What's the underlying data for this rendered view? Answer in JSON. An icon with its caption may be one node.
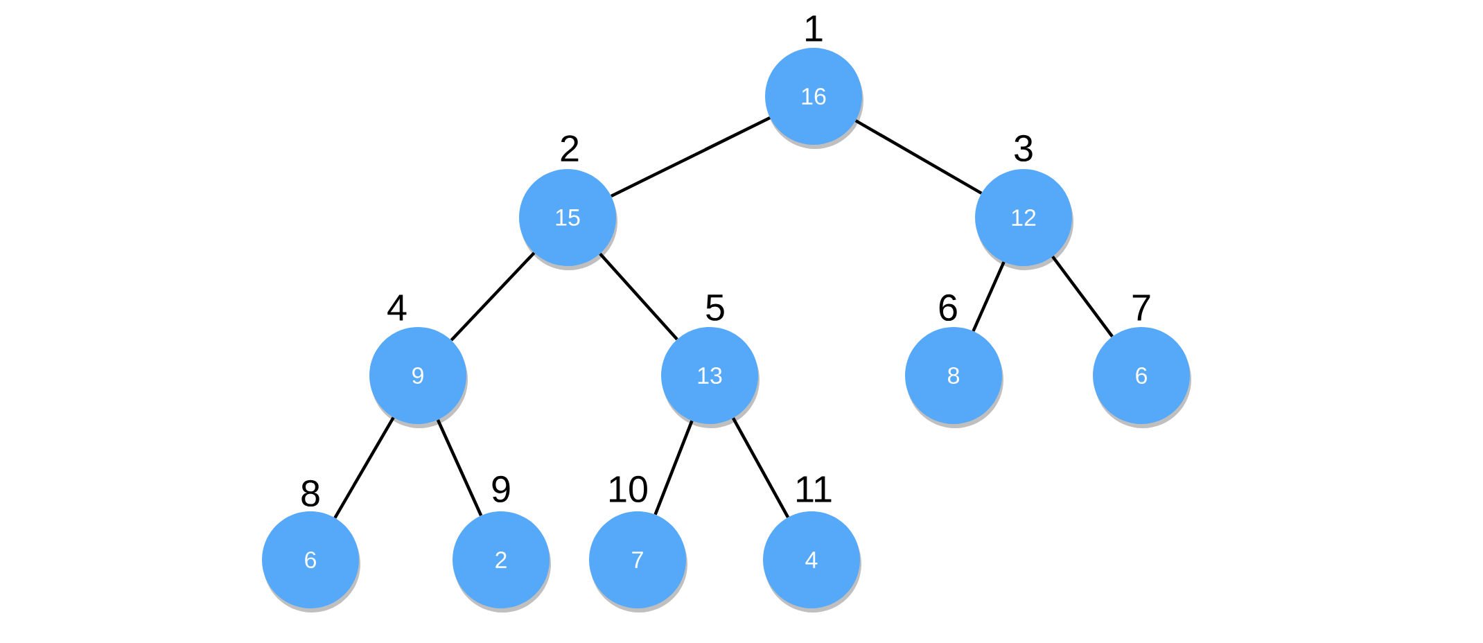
{
  "diagram": {
    "nodes": [
      {
        "text": [
          "16"
        ],
        "beside": [
          "1"
        ]
      },
      {
        "text": [
          "15"
        ],
        "beside": [
          "2"
        ]
      },
      {
        "text": [
          "12"
        ],
        "beside": [
          "3"
        ]
      },
      {
        "text": [
          "9"
        ],
        "beside": [
          "4"
        ]
      },
      {
        "text": [
          "13"
        ],
        "beside": [
          "5"
        ]
      },
      {
        "text": [
          "8"
        ],
        "beside": [
          "6"
        ]
      },
      {
        "text": [
          "6"
        ],
        "beside": [
          "7"
        ]
      },
      {
        "text": [
          "6"
        ],
        "beside": [
          "8"
        ]
      },
      {
        "text": [
          "2"
        ],
        "beside": [
          "9"
        ]
      },
      {
        "text": [
          "7"
        ],
        "beside": [
          "10"
        ]
      },
      {
        "text": [
          "4"
        ],
        "beside": [
          "11"
        ]
      }
    ],
    "edges": [
      {
        "from": 0,
        "to": 1,
        "arrow": "none"
      },
      {
        "from": 0,
        "to": 2,
        "arrow": "none"
      },
      {
        "from": 1,
        "to": 3,
        "arrow": "none"
      },
      {
        "from": 1,
        "to": 4,
        "arrow": "none"
      },
      {
        "from": 2,
        "to": 5,
        "arrow": "none"
      },
      {
        "from": 2,
        "to": 6,
        "arrow": "none"
      },
      {
        "from": 3,
        "to": 7,
        "arrow": "none"
      },
      {
        "from": 3,
        "to": 8,
        "arrow": "none"
      },
      {
        "from": 4,
        "to": 9,
        "arrow": "none"
      },
      {
        "from": 4,
        "to": 10,
        "arrow": "none"
      }
    ]
  }
}
